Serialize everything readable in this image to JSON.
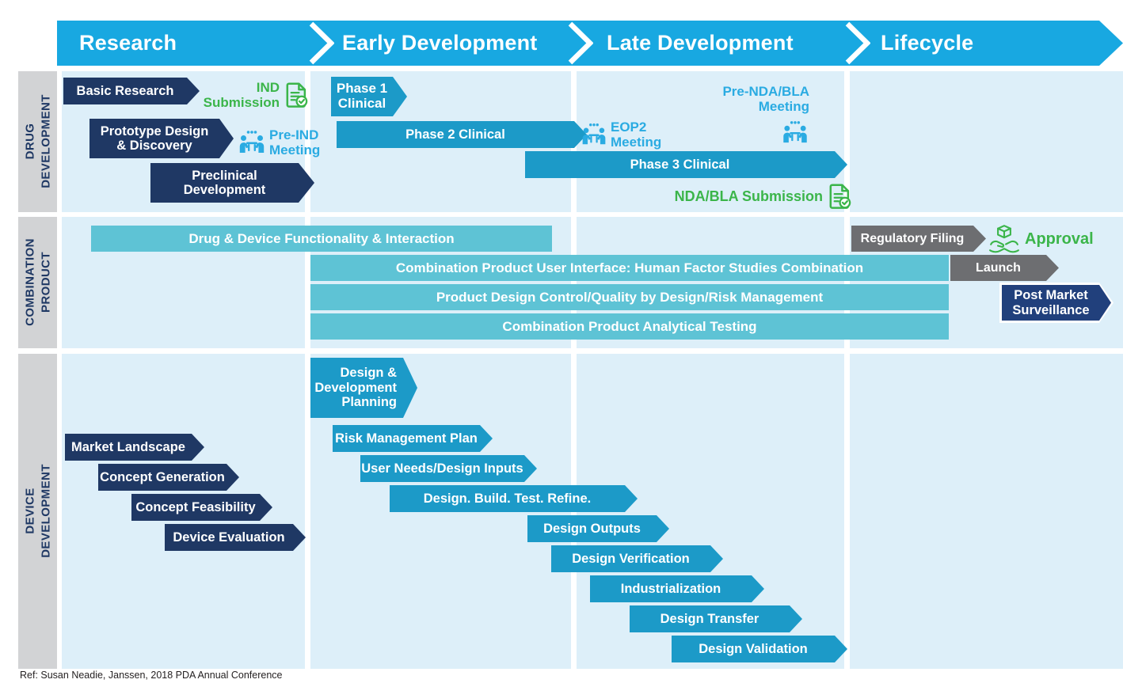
{
  "colors": {
    "header_cyan": "#18A8E1",
    "navy": "#1F3864",
    "navy_bright": "#21407C",
    "teal": "#1C9AC8",
    "light_teal": "#5EC3D5",
    "gray_arrow": "#6D6E71",
    "green": "#3BB54A",
    "meeting_blue": "#2AABE2",
    "cell_background": "#DDEFF9",
    "sidebar_gray": "#D2D3D5"
  },
  "header": {
    "phases": [
      {
        "label": "Research"
      },
      {
        "label": "Early Development"
      },
      {
        "label": "Late Development"
      },
      {
        "label": "Lifecycle"
      }
    ]
  },
  "sidebar": {
    "rows": [
      {
        "label": "DRUG\nDEVELOPMENT"
      },
      {
        "label": "COMBINATION\nPRODUCT"
      },
      {
        "label": "DEVICE\nDEVELOPMENT"
      }
    ]
  },
  "drug": {
    "basic_research": "Basic Research",
    "ind_submission": "IND\nSubmission",
    "phase1": "Phase 1\nClinical",
    "prototype": "Prototype Design\n& Discovery",
    "pre_ind_meeting": "Pre-IND\nMeeting",
    "phase2": "Phase 2 Clinical",
    "eop2_meeting": "EOP2\nMeeting",
    "pre_nda_meeting": "Pre-NDA/BLA\nMeeting",
    "phase3": "Phase 3 Clinical",
    "nda_submission": "NDA/BLA Submission",
    "preclinical": "Preclinical\nDevelopment"
  },
  "combination": {
    "functionality": "Drug & Device Functionality & Interaction",
    "regulatory_filing": "Regulatory Filing",
    "approval": "Approval",
    "human_factor": "Combination Product User Interface: Human Factor Studies Combination",
    "launch": "Launch",
    "design_control": "Product Design Control/Quality by Design/Risk Management",
    "post_market": "Post Market\nSurveillance",
    "analytical": "Combination Product Analytical Testing"
  },
  "device": {
    "planning": "Design &\nDevelopment\nPlanning",
    "market_landscape": "Market Landscape",
    "risk_plan": "Risk Management Plan",
    "user_needs": "User Needs/Design Inputs",
    "concept_generation": "Concept Generation",
    "dbtr": "Design. Build. Test. Refine.",
    "concept_feasibility": "Concept Feasibility",
    "device_evaluation": "Device Evaluation",
    "design_outputs": "Design Outputs",
    "design_verification": "Design Verification",
    "industrialization": "Industrialization",
    "design_transfer": "Design Transfer",
    "design_validation": "Design Validation"
  },
  "footer": {
    "reference": "Ref: Susan Neadie, Janssen, 2018 PDA Annual Conference"
  }
}
